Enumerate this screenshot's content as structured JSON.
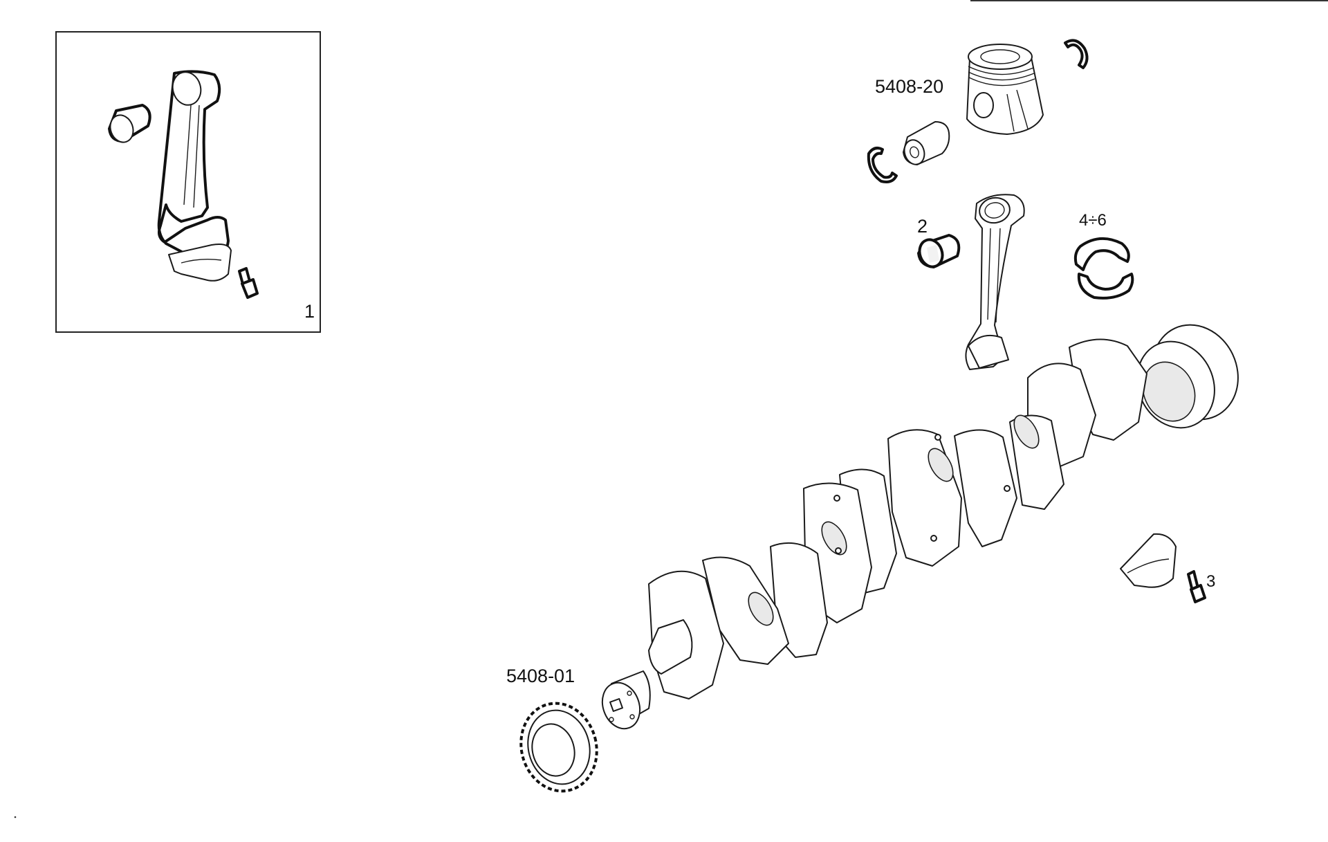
{
  "labels": {
    "kit_item": "1",
    "bushing": "2",
    "bolt": "3",
    "bearings": "4÷6",
    "piston": "5408-20",
    "gear": "5408-01"
  },
  "colors": {
    "line": "#1a1a1a",
    "background": "#ffffff"
  }
}
